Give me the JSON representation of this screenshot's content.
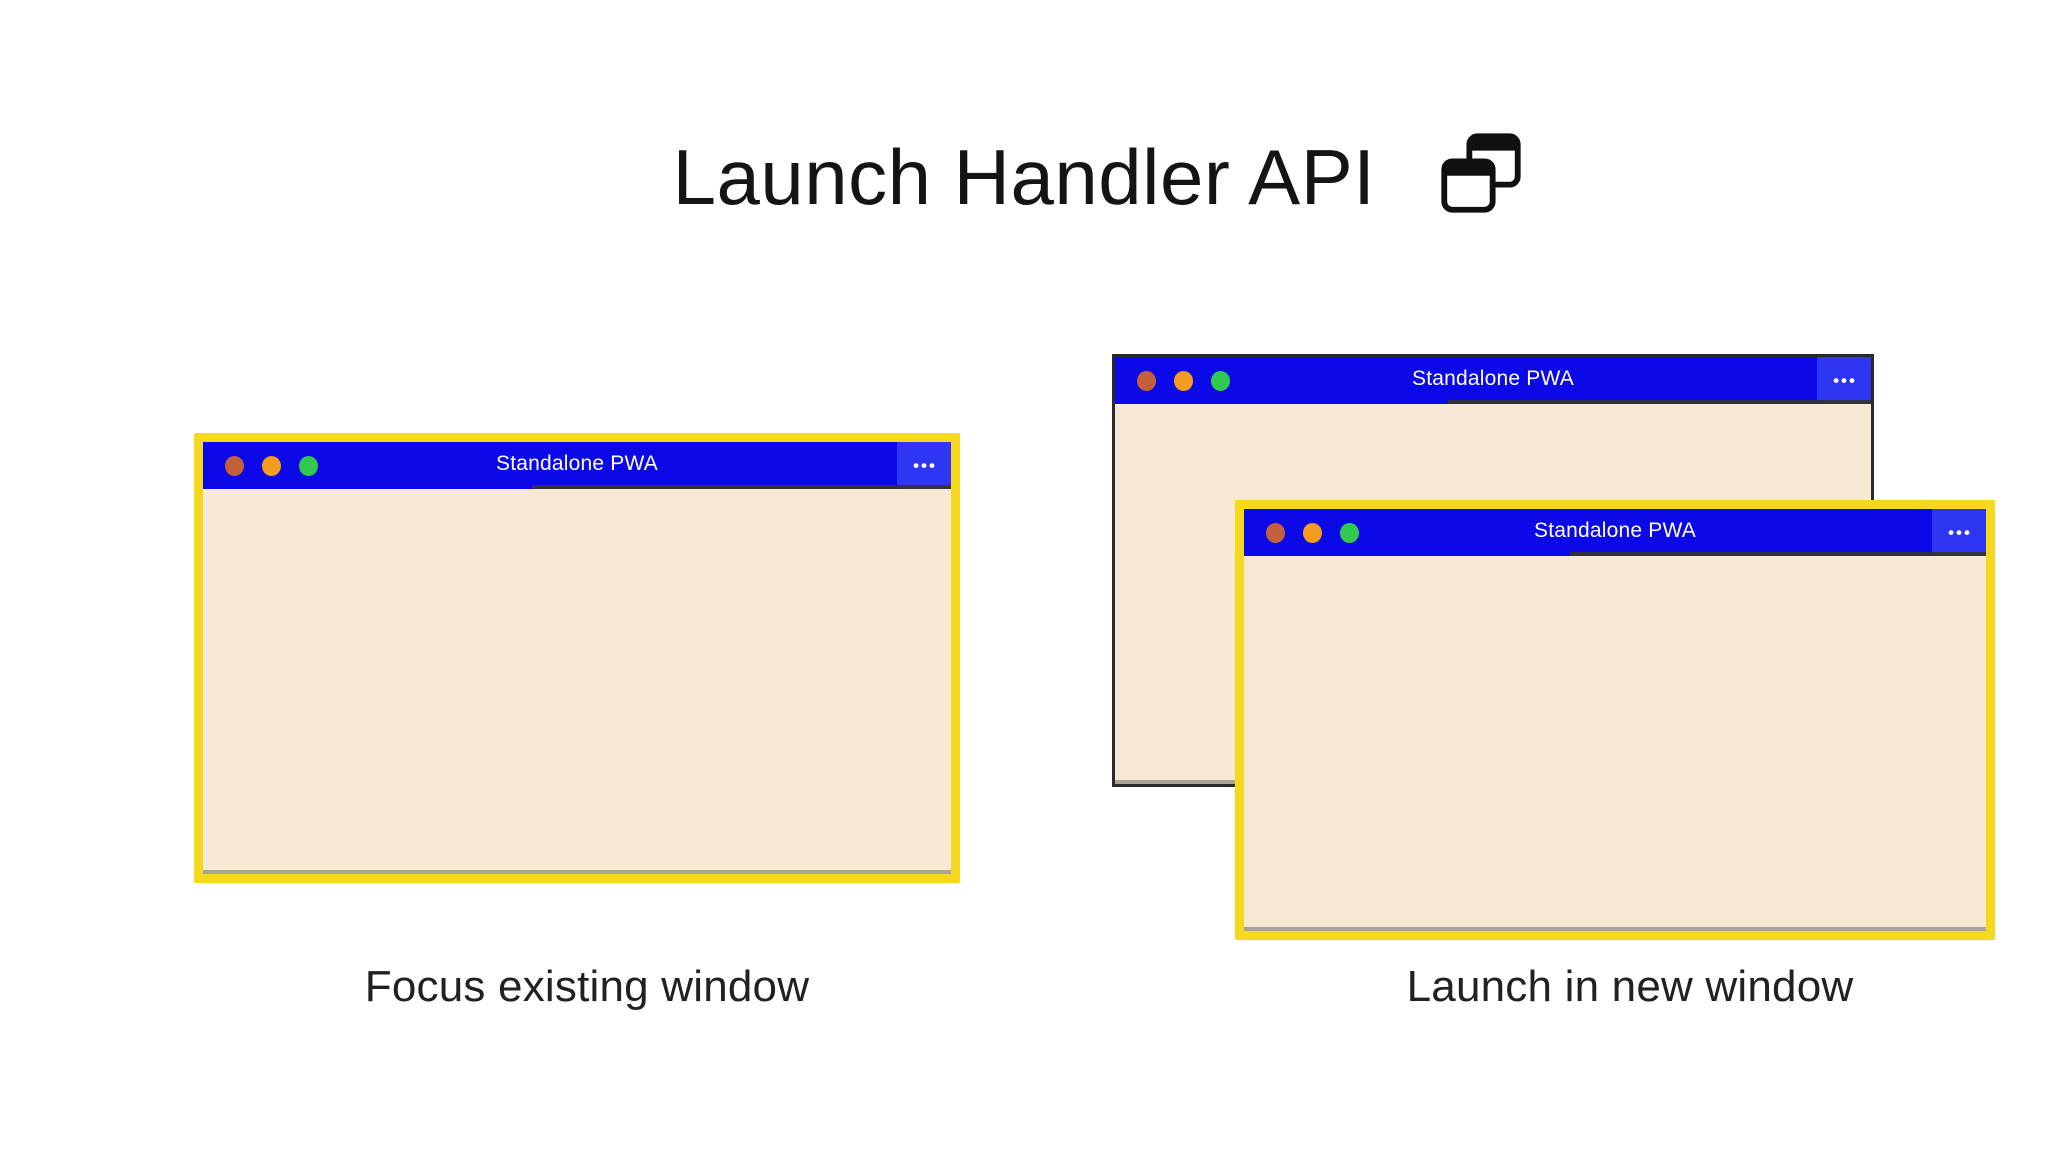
{
  "header": {
    "title": "Launch Handler API",
    "icon": "overlapping-windows"
  },
  "colors": {
    "titlebar-blue": "#0b09e8",
    "menu-box-blue": "#2f36f3",
    "window-body": "#f7e9d4",
    "highlight-yellow": "#f6d91e",
    "back-window-border": "#2a2a2a",
    "dot-close": "#c2603c",
    "dot-minimize": "#f59b1e",
    "dot-zoom": "#31c94e",
    "heading-text": "#141414",
    "caption-text": "#202124",
    "titlebar-text": "#ffffff"
  },
  "left_panel": {
    "caption": "Focus existing window",
    "window": {
      "title": "Standalone PWA",
      "menu": "•••"
    }
  },
  "right_panel": {
    "caption": "Launch in new window",
    "back_window": {
      "title": "Standalone PWA",
      "menu": "•••"
    },
    "front_window": {
      "title": "Standalone PWA",
      "menu": "•••"
    }
  }
}
